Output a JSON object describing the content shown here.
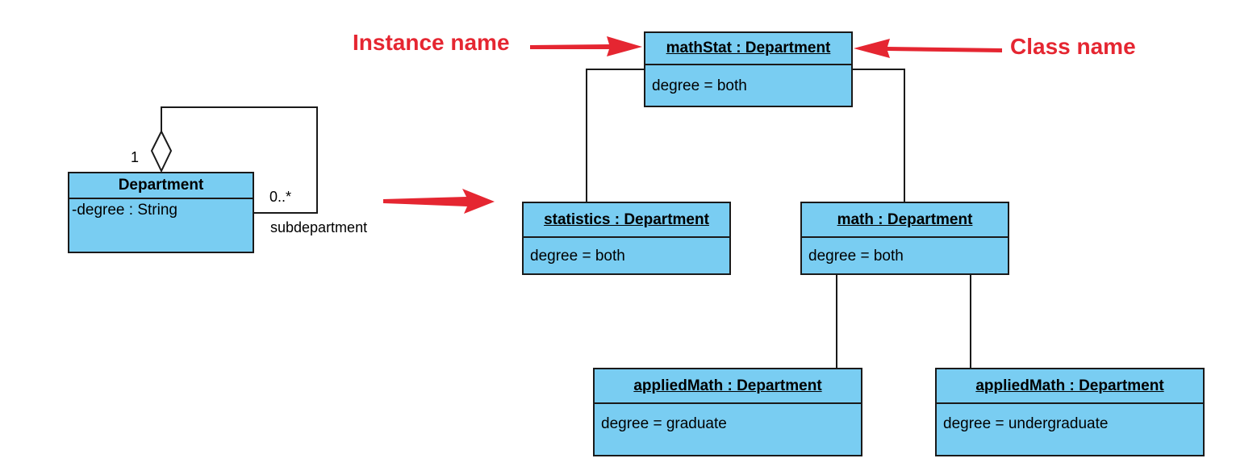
{
  "class_diagram": {
    "class_name": "Department",
    "attribute": "-degree : String",
    "multiplicity_one": "1",
    "multiplicity_many": "0..*",
    "role": "subdepartment"
  },
  "objects": {
    "mathstat": {
      "title": "mathStat : Department",
      "attr": "degree = both"
    },
    "statistics": {
      "title": "statistics : Department",
      "attr": "degree = both"
    },
    "math": {
      "title": "math : Department",
      "attr": "degree = both"
    },
    "applied_grad": {
      "title": "appliedMath : Department",
      "attr": "degree = graduate"
    },
    "applied_undergrad": {
      "title": "appliedMath : Department",
      "attr": "degree = undergraduate"
    }
  },
  "annotations": {
    "instance_name": "Instance name",
    "class_name": "Class name"
  },
  "colors": {
    "box_fill": "#79cdf2",
    "annotation": "#e52631"
  }
}
